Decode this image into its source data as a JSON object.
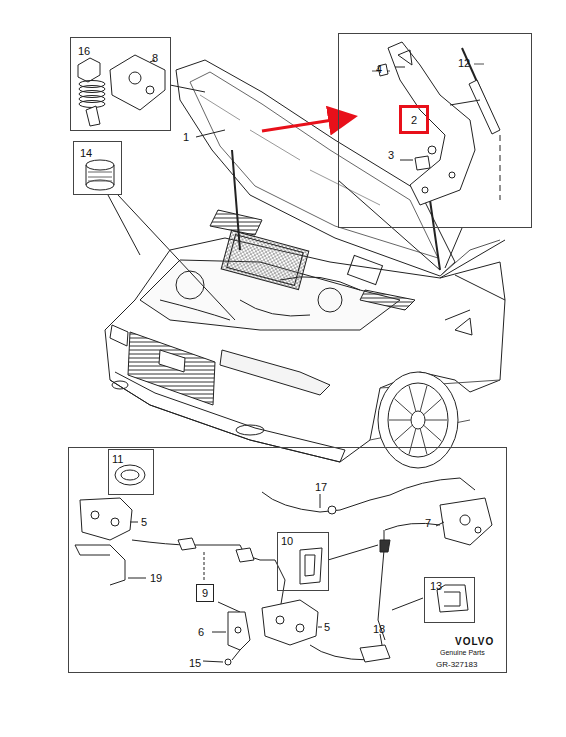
{
  "diagram": {
    "nodes": [
      {
        "text": [
          "16",
          "8"
        ]
      },
      {
        "text": [
          "14"
        ]
      },
      {
        "text": [
          "4",
          "12",
          "3"
        ]
      },
      {
        "text": [
          "2"
        ],
        "in": 2
      },
      {
        "text": [
          "5",
          "19",
          "6",
          "15",
          "17",
          "7",
          "5",
          "18"
        ]
      },
      {
        "text": [
          "11"
        ],
        "in": 4
      },
      {
        "text": [
          "9"
        ],
        "in": 4
      },
      {
        "text": [
          "10"
        ],
        "in": 4
      },
      {
        "text": [
          "13"
        ],
        "in": 4
      }
    ],
    "labels": [
      "1",
      "VOLVO",
      "Genuine Parts",
      "GR-327183"
    ]
  }
}
